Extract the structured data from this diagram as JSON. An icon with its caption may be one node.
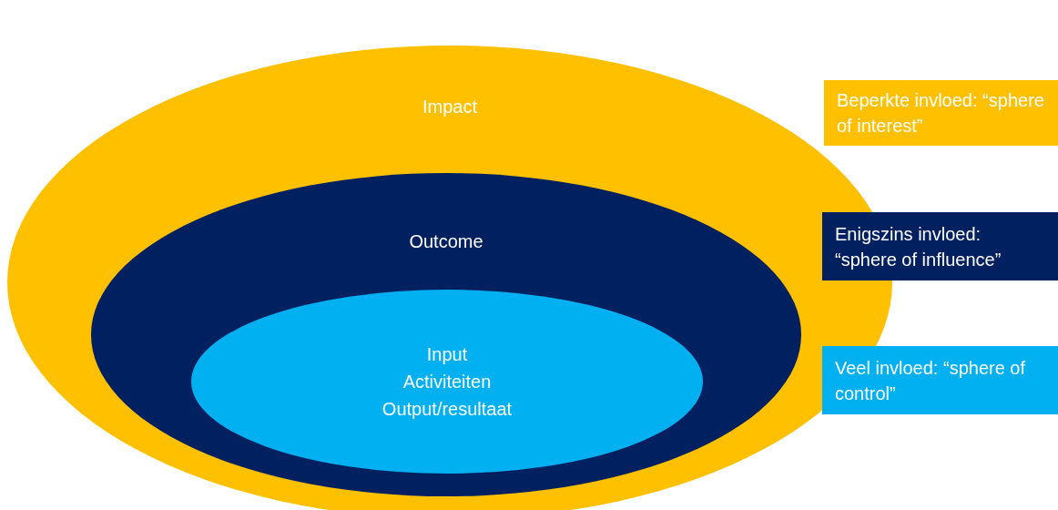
{
  "diagram": {
    "nodes": [
      {
        "text": [
          "Impact"
        ]
      },
      {
        "text": [
          "Outcome"
        ],
        "in": 0
      },
      {
        "text": [
          "Input",
          "Activiteiten",
          "Output/resultaat"
        ],
        "in": 1
      },
      {
        "text": [
          "Beperkte invloed: “sphere of interest”"
        ]
      },
      {
        "text": [
          "Enigszins invloed: “sphere of influence”"
        ]
      },
      {
        "text": [
          "Veel invloed: “sphere of control”"
        ]
      }
    ],
    "edges": []
  }
}
